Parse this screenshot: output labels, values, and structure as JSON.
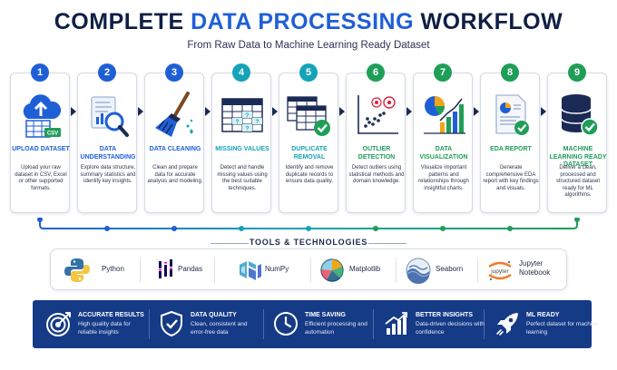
{
  "header": {
    "title_part1": "COMPLETE ",
    "title_part2": "DATA PROCESSING",
    "title_part3": " WORKFLOW",
    "subtitle": "From Raw Data to Machine Learning Ready Dataset"
  },
  "colors": {
    "navy": "#0f1f45",
    "accent_blue": "#1f5fd6",
    "banner": "#153a86",
    "step_colors": [
      "#1f5fd6",
      "#1f5fd6",
      "#1f5fd6",
      "#14a3b8",
      "#14a3b8",
      "#1f9e57",
      "#1f9e57",
      "#1f9e57",
      "#1f9e57"
    ]
  },
  "steps": [
    {
      "number": "1",
      "title": "UPLOAD DATASET",
      "description": "Upload your raw dataset in CSV, Excel or other supported formats.",
      "icon": "cloud-upload-csv-icon",
      "icon_label": "CSV"
    },
    {
      "number": "2",
      "title": "DATA UNDERSTANDING",
      "description": "Explore data structure, summary statistics and identify key insights.",
      "icon": "document-magnifier-icon"
    },
    {
      "number": "3",
      "title": "DATA CLEANING",
      "description": "Clean and prepare data for accurate analysis and modeling.",
      "icon": "broom-icon"
    },
    {
      "number": "4",
      "title": "MISSING VALUES",
      "description": "Detect and handle missing values using the best suitable techniques.",
      "icon": "table-missing-values-icon",
      "icon_marks": [
        "?",
        "?",
        "?",
        "?"
      ]
    },
    {
      "number": "5",
      "title": "DUPLICATE REMOVAL",
      "description": "Identify and remove duplicate records to ensure data quality.",
      "icon": "duplicate-tables-check-icon"
    },
    {
      "number": "6",
      "title": "OUTLIER DETECTION",
      "description": "Detect outliers using statistical methods and domain knowledge.",
      "icon": "scatter-outlier-icon"
    },
    {
      "number": "7",
      "title": "DATA VISUALIZATION",
      "description": "Visualize important patterns and relationships through insightful charts.",
      "icon": "charts-icon"
    },
    {
      "number": "8",
      "title": "EDA REPORT",
      "description": "Generate comprehensive EDA report with key findings and visuals.",
      "icon": "report-check-icon"
    },
    {
      "number": "9",
      "title": "MACHINE LEARNING READY DATASET",
      "description": "Deliver a clean, processed and structured dataset ready for ML algorithms.",
      "icon": "database-check-icon"
    }
  ],
  "tools": {
    "heading": "TOOLS & TECHNOLOGIES",
    "items": [
      {
        "name": "Python",
        "icon": "python-logo-icon"
      },
      {
        "name": "Pandas",
        "icon": "pandas-logo-icon"
      },
      {
        "name": "NumPy",
        "icon": "numpy-logo-icon"
      },
      {
        "name": "Matplotlib",
        "icon": "matplotlib-logo-icon"
      },
      {
        "name": "Seaborn",
        "icon": "seaborn-logo-icon"
      },
      {
        "name": "Jupyter Notebook",
        "icon": "jupyter-logo-icon",
        "logo_text": "jupyter"
      }
    ]
  },
  "benefits": [
    {
      "title": "ACCURATE RESULTS",
      "description": "High quality data for reliable insights",
      "icon": "target-icon"
    },
    {
      "title": "DATA QUALITY",
      "description": "Clean, consistent and error-free data",
      "icon": "shield-check-icon"
    },
    {
      "title": "TIME SAVING",
      "description": "Efficient processing and automation",
      "icon": "clock-icon"
    },
    {
      "title": "BETTER INSIGHTS",
      "description": "Data-driven decisions with confidence",
      "icon": "bar-growth-icon"
    },
    {
      "title": "ML READY",
      "description": "Perfect dataset for machine learning",
      "icon": "rocket-icon"
    }
  ]
}
